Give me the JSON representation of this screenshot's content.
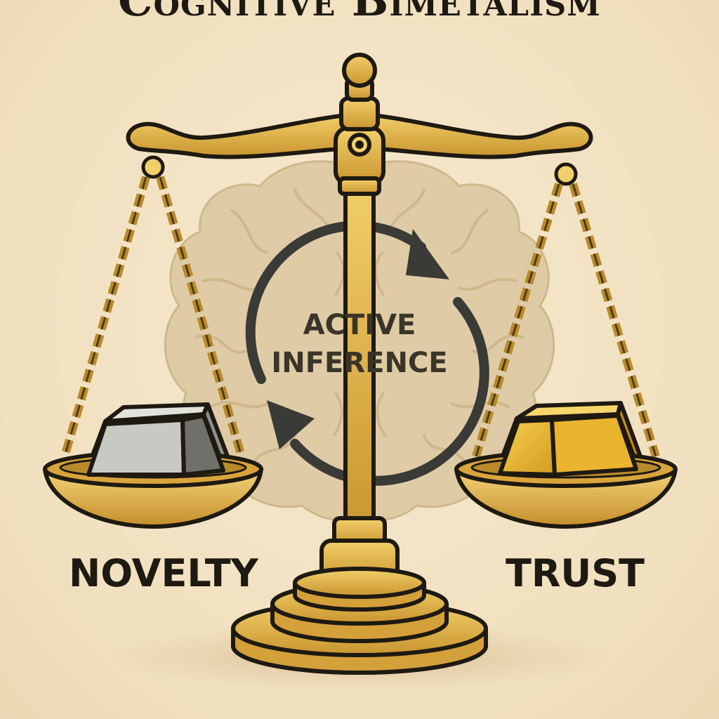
{
  "title": "Cognitive Bimetalism",
  "center_label": {
    "line1": "ACTIVE",
    "line2": "INFERENCE"
  },
  "left_pan_label": "NOVELTY",
  "right_pan_label": "TRUST",
  "colors": {
    "background": "#f3e4c6",
    "brass": "#e0b24a",
    "brass_dark": "#b98a2a",
    "outline": "#1e1a12",
    "silver": "#c9c9c4",
    "gold": "#e8b838",
    "brain": "#d8c39b",
    "cycle_arrows": "#3a3a36"
  },
  "icons": [
    "balance-scale",
    "brain",
    "cycle-arrows",
    "silver-ingot",
    "gold-ingot"
  ]
}
